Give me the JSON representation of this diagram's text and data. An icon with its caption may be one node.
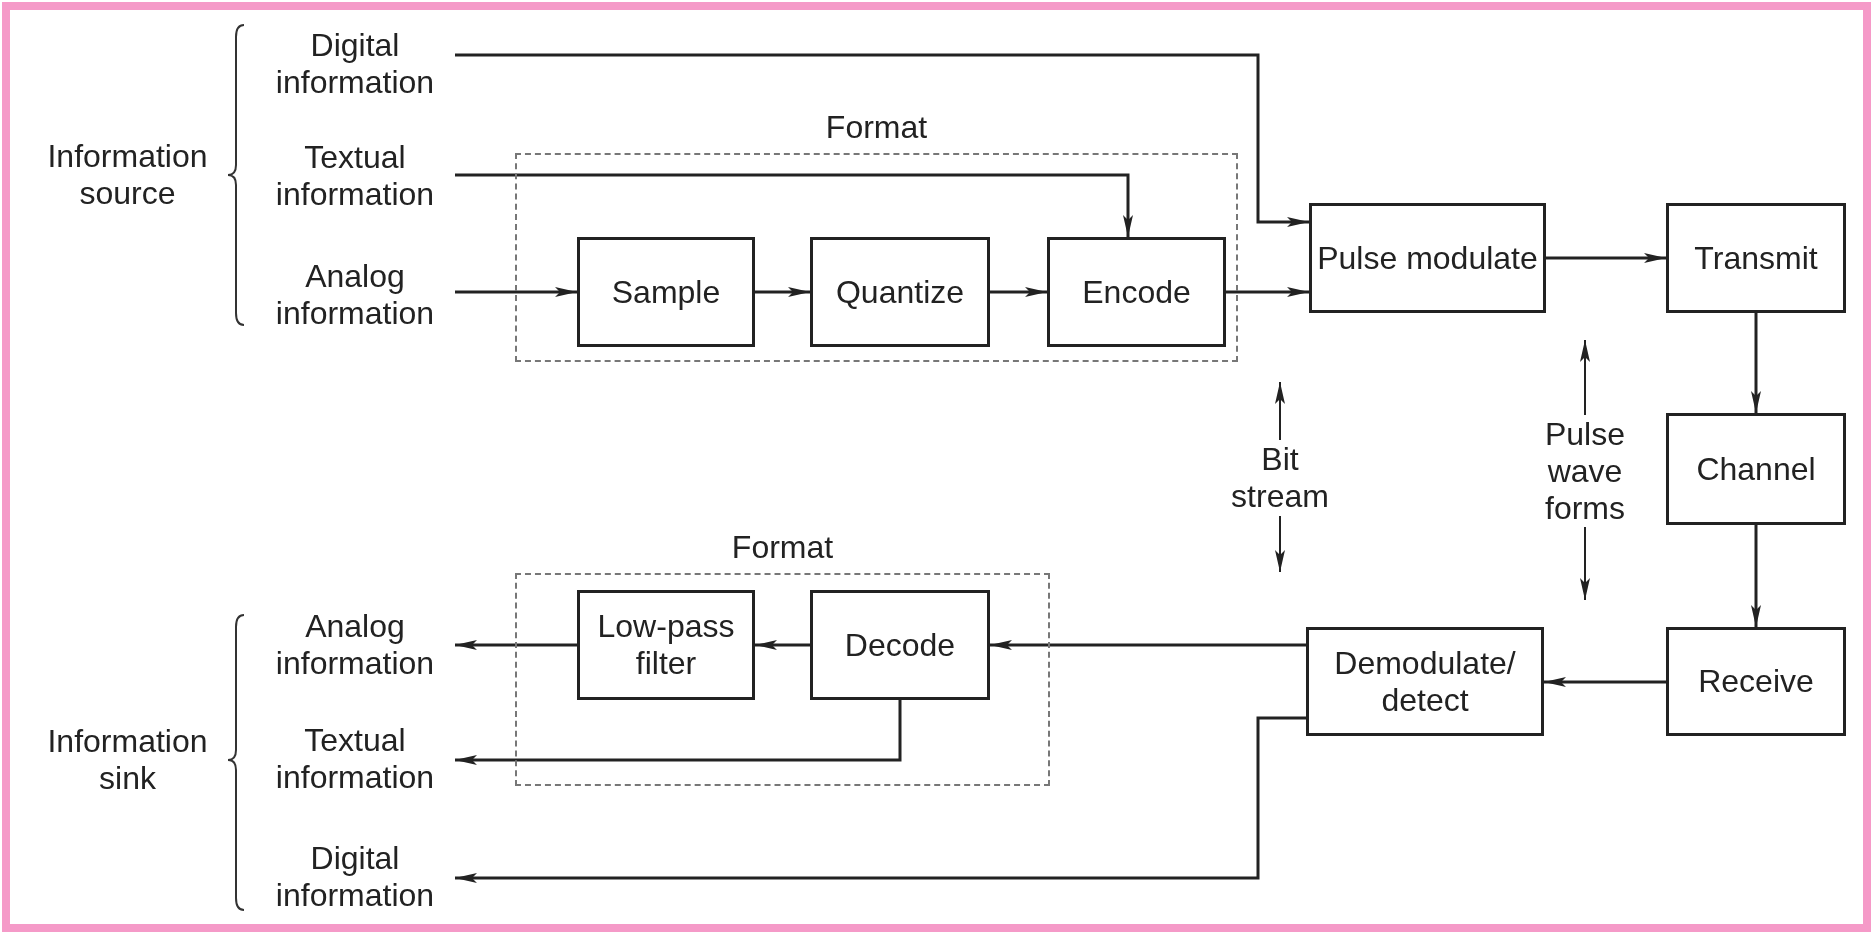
{
  "diagram": {
    "nodes": [
      {
        "text": [
          "Digital information"
        ]
      },
      {
        "text": [
          "Textual information"
        ]
      },
      {
        "text": [
          "Analog information"
        ]
      },
      {
        "text": [
          "Format"
        ]
      },
      {
        "text": [
          "Sample"
        ],
        "in": 3
      },
      {
        "text": [
          "Quantize"
        ],
        "in": 3
      },
      {
        "text": [
          "Encode"
        ],
        "in": 3
      },
      {
        "text": [
          "Pulse modulate"
        ]
      },
      {
        "text": [
          "Transmit"
        ]
      },
      {
        "text": [
          "Channel"
        ]
      },
      {
        "text": [
          "Receive"
        ]
      },
      {
        "text": [
          "Demodulate/ detect"
        ]
      },
      {
        "text": [
          "Format"
        ]
      },
      {
        "text": [
          "Low-pass filter"
        ],
        "in": 12
      },
      {
        "text": [
          "Decode"
        ],
        "in": 12
      },
      {
        "text": [
          "Analog information"
        ]
      },
      {
        "text": [
          "Textual information"
        ]
      },
      {
        "text": [
          "Digital information"
        ]
      },
      {
        "text": [
          "Bit stream"
        ]
      },
      {
        "text": [
          "Pulse wave forms"
        ]
      }
    ],
    "edges": [
      {
        "from": 0,
        "to": 7,
        "arrow": "to"
      },
      {
        "from": 1,
        "to": 6,
        "arrow": "to"
      },
      {
        "from": 2,
        "to": 4,
        "arrow": "to"
      },
      {
        "from": 4,
        "to": 5,
        "arrow": "to"
      },
      {
        "from": 5,
        "to": 6,
        "arrow": "to"
      },
      {
        "from": 6,
        "to": 7,
        "arrow": "to"
      },
      {
        "from": 7,
        "to": 8,
        "arrow": "to"
      },
      {
        "from": 8,
        "to": 9,
        "arrow": "to"
      },
      {
        "from": 9,
        "to": 10,
        "arrow": "to"
      },
      {
        "from": 10,
        "to": 11,
        "arrow": "to"
      },
      {
        "from": 11,
        "to": 14,
        "arrow": "to"
      },
      {
        "from": 14,
        "to": 13,
        "arrow": "to"
      },
      {
        "from": 13,
        "to": 15,
        "arrow": "to"
      },
      {
        "from": 14,
        "to": 16,
        "arrow": "to"
      },
      {
        "from": 11,
        "to": 17,
        "arrow": "to"
      },
      {
        "from": 18,
        "to": null,
        "arrow": "to"
      },
      {
        "from": 18,
        "to": null,
        "arrow": "to"
      },
      {
        "from": 19,
        "to": null,
        "arrow": "to"
      },
      {
        "from": 19,
        "to": null,
        "arrow": "to"
      }
    ],
    "labels": [
      "Information source",
      "Information sink"
    ]
  }
}
